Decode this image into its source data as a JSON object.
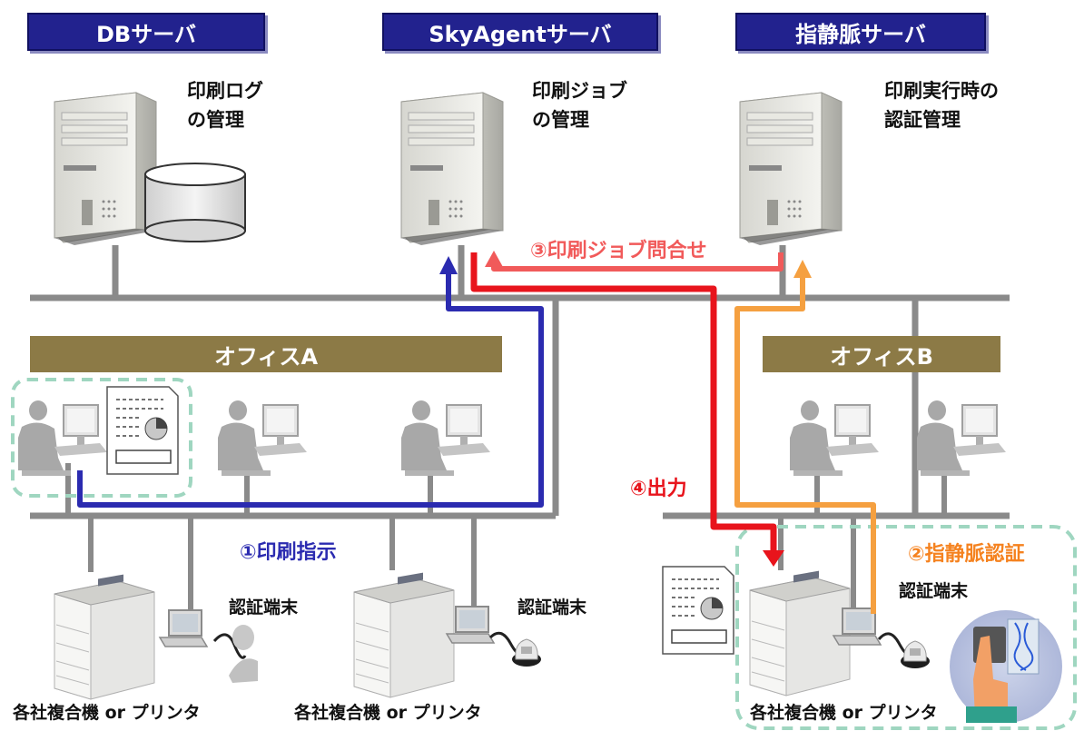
{
  "servers": {
    "db": {
      "title": "DBサーバ",
      "desc_line1": "印刷ログ",
      "desc_line2": "の管理"
    },
    "skyagent": {
      "title": "SkyAgentサーバ",
      "desc_line1": "印刷ジョブ",
      "desc_line2": "の管理"
    },
    "vein": {
      "title": "指静脈サーバ",
      "desc_line1": "印刷実行時の",
      "desc_line2": "認証管理"
    }
  },
  "offices": {
    "a": "オフィスA",
    "b": "オフィスB"
  },
  "steps": {
    "s1": "①印刷指示",
    "s2": "②指静脈認証",
    "s3": "③印刷ジョブ問合せ",
    "s4": "④出力"
  },
  "labels": {
    "auth_terminal_1": "認証端末",
    "auth_terminal_2": "認証端末",
    "auth_terminal_3": "認証端末",
    "printer_1": "各社複合機 or プリンタ",
    "printer_2": "各社複合機 or プリンタ",
    "printer_3": "各社複合機 or プリンタ"
  },
  "colors": {
    "server_header": "#22228e",
    "office_bar": "#8c7a46",
    "step1_blue": "#2b2bb0",
    "step2_orange": "#f5821f",
    "step3_red_light": "#f15a5a",
    "step4_red": "#e8141c",
    "network_line": "#8a8a8a",
    "dashed_group": "#9fd6c0"
  }
}
